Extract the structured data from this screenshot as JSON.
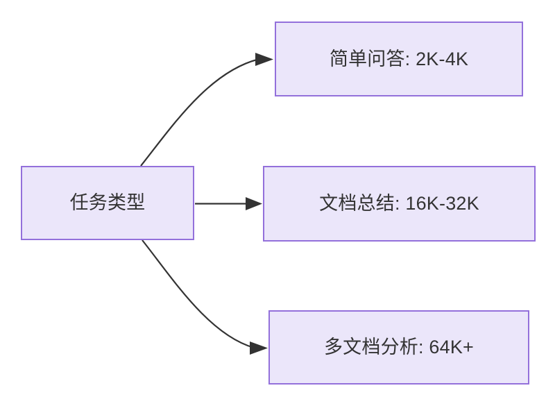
{
  "diagram": {
    "background_color": "#ffffff",
    "node_fill_color": "#ebe6fa",
    "node_border_color": "#9370db",
    "edge_color": "#333333",
    "text_color": "#333333",
    "nodes": [
      {
        "id": "source",
        "label": "任务类型"
      },
      {
        "id": "simple_qa",
        "label": "简单问答: 2K-4K"
      },
      {
        "id": "doc_summary",
        "label": "文档总结: 16K-32K"
      },
      {
        "id": "multi_doc",
        "label": "多文档分析: 64K+"
      }
    ],
    "edges": [
      {
        "from": "source",
        "to": "simple_qa",
        "label": "",
        "style": "curved-arrow"
      },
      {
        "from": "source",
        "to": "doc_summary",
        "label": "",
        "style": "straight-arrow"
      },
      {
        "from": "source",
        "to": "multi_doc",
        "label": "",
        "style": "curved-arrow"
      }
    ]
  }
}
